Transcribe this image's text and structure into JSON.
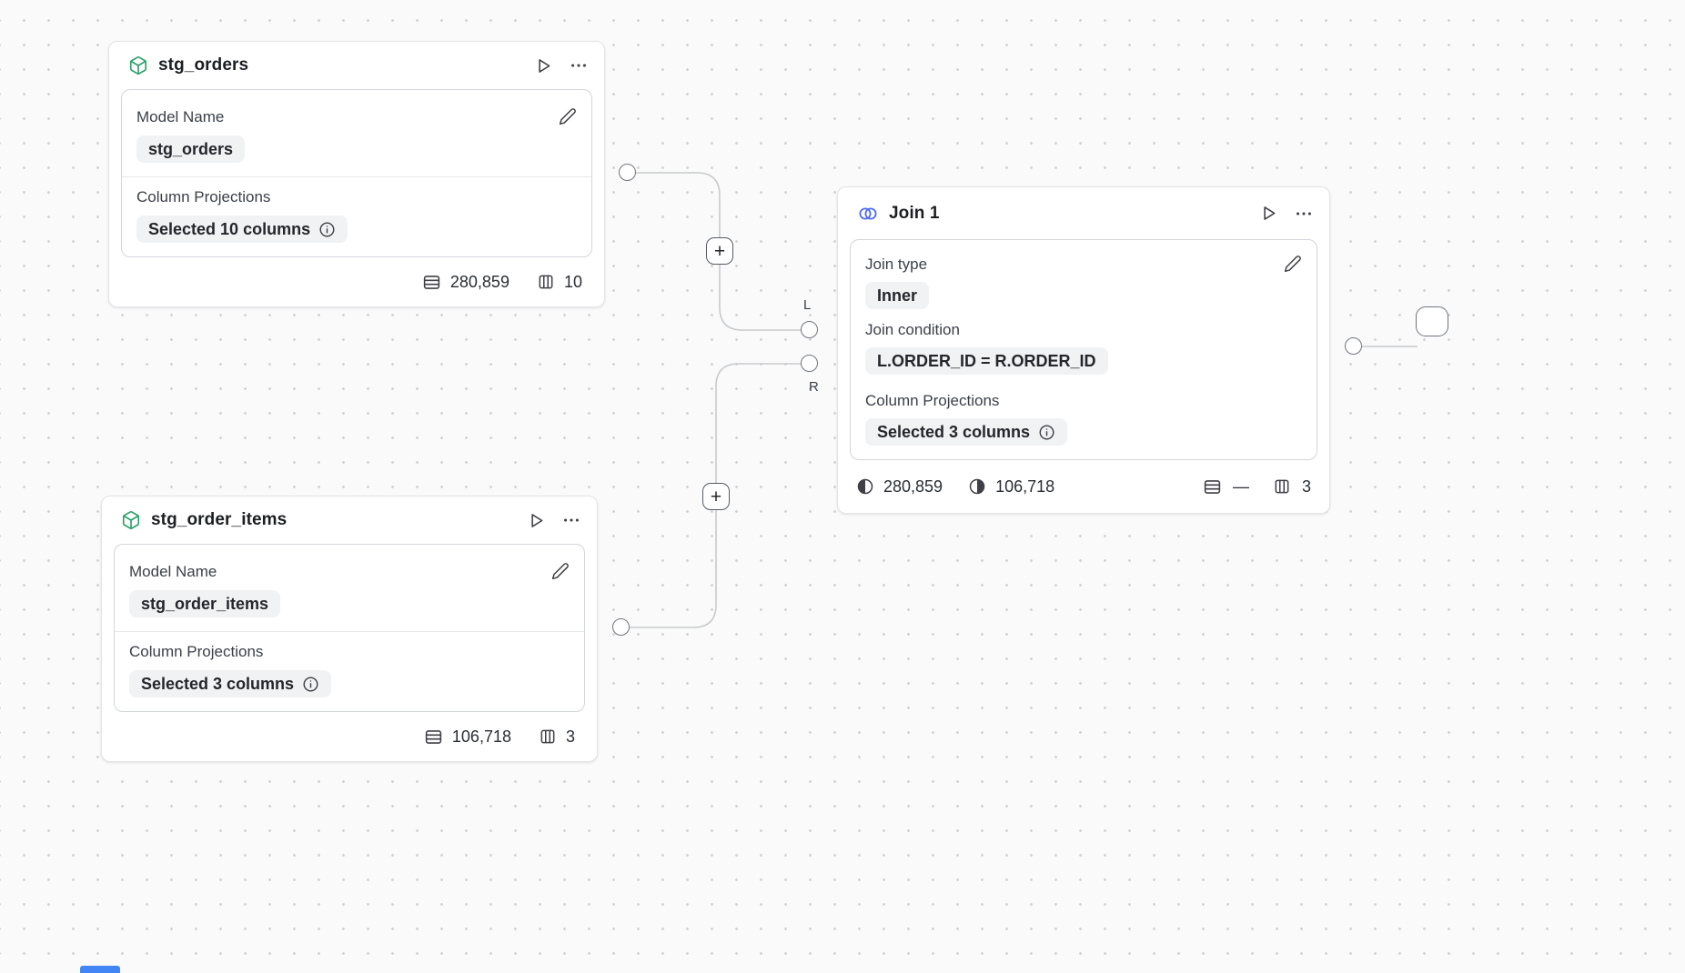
{
  "canvas": {
    "background": "#fafafa",
    "dot_color": "#d3d3d6",
    "accent_green": "#2aa06a",
    "accent_blue": "#4f6bf2"
  },
  "nodes": {
    "stg_orders": {
      "title": "stg_orders",
      "model_name_label": "Model Name",
      "model_name_value": "stg_orders",
      "projections_label": "Column Projections",
      "projections_value": "Selected 10 columns",
      "row_count": "280,859",
      "column_count": "10"
    },
    "stg_order_items": {
      "title": "stg_order_items",
      "model_name_label": "Model Name",
      "model_name_value": "stg_order_items",
      "projections_label": "Column Projections",
      "projections_value": "Selected 3 columns",
      "row_count": "106,718",
      "column_count": "3"
    },
    "join1": {
      "title": "Join 1",
      "join_type_label": "Join type",
      "join_type_value": "Inner",
      "join_condition_label": "Join condition",
      "join_condition_value": "L.ORDER_ID = R.ORDER_ID",
      "projections_label": "Column Projections",
      "projections_value": "Selected 3 columns",
      "left_row_count": "280,859",
      "right_row_count": "106,718",
      "row_count": "—",
      "column_count": "3"
    }
  },
  "ports": {
    "left_label": "L",
    "right_label": "R"
  },
  "edges": {
    "add_step_label": "+"
  }
}
